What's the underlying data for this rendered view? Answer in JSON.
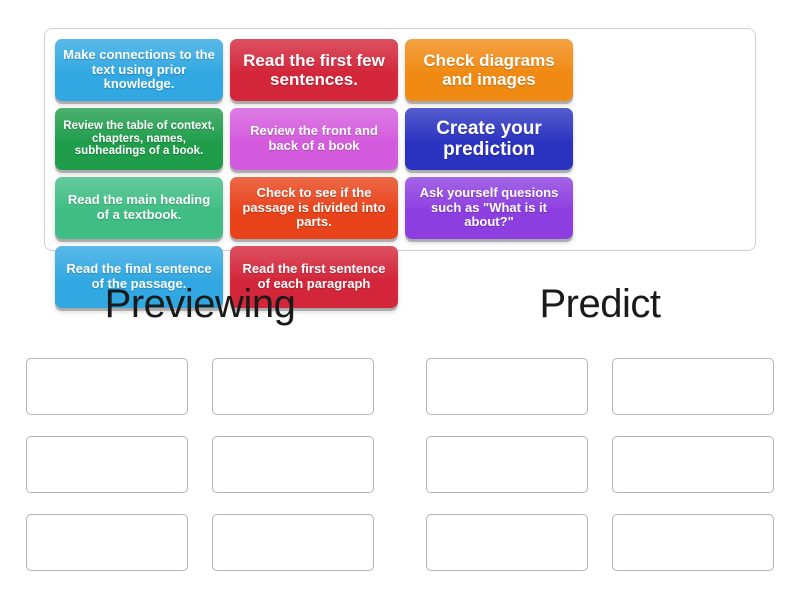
{
  "activity": {
    "type": "group-sort",
    "tray": {
      "tiles": [
        {
          "id": "tile-1",
          "text": "Make connections to the text using prior knowledge.",
          "color": "#31a8e2",
          "size": "fs-m"
        },
        {
          "id": "tile-2",
          "text": "Read the first few sentences.",
          "color": "#d3263a",
          "size": "fs-xl"
        },
        {
          "id": "tile-3",
          "text": "Check diagrams and images",
          "color": "#f18a13",
          "size": "fs-xl"
        },
        {
          "id": "tile-4",
          "text": "Review the table of context, chapters, names, subheadings of a book.",
          "color": "#1f9d4b",
          "size": "fs-s"
        },
        {
          "id": "tile-5",
          "text": "Review the front and back of a book",
          "color": "#d45bdd",
          "size": "fs-m"
        },
        {
          "id": "tile-6",
          "text": "Create your prediction",
          "color": "#2a33c0",
          "size": "fs-xxl"
        },
        {
          "id": "tile-7",
          "text": "Read the main heading of a textbook.",
          "color": "#3fbd84",
          "size": "fs-m"
        },
        {
          "id": "tile-8",
          "text": "Check to see if the passage is divided into parts.",
          "color": "#e8431a",
          "size": "fs-m"
        },
        {
          "id": "tile-9",
          "text": "Ask yourself quesions such as \"What is it about?\"",
          "color": "#8d3ee0",
          "size": "fs-m"
        },
        {
          "id": "tile-10",
          "text": "Read the final sentence of the passage.",
          "color": "#31a8e2",
          "size": "fs-m"
        },
        {
          "id": "tile-11",
          "text": "Read the first sentence of each paragraph",
          "color": "#d3263a",
          "size": "fs-m"
        }
      ]
    },
    "categories": [
      {
        "id": "category-previewing",
        "title": "Previewing",
        "slots": 6
      },
      {
        "id": "category-predict",
        "title": "Predict",
        "slots": 6
      }
    ],
    "colors": {
      "tray_border": "#cfcfcf",
      "dropzone_border": "#b5b5b5",
      "background": "#ffffff",
      "heading_text": "#1a1a1a",
      "tile_text": "#ffffff"
    }
  }
}
